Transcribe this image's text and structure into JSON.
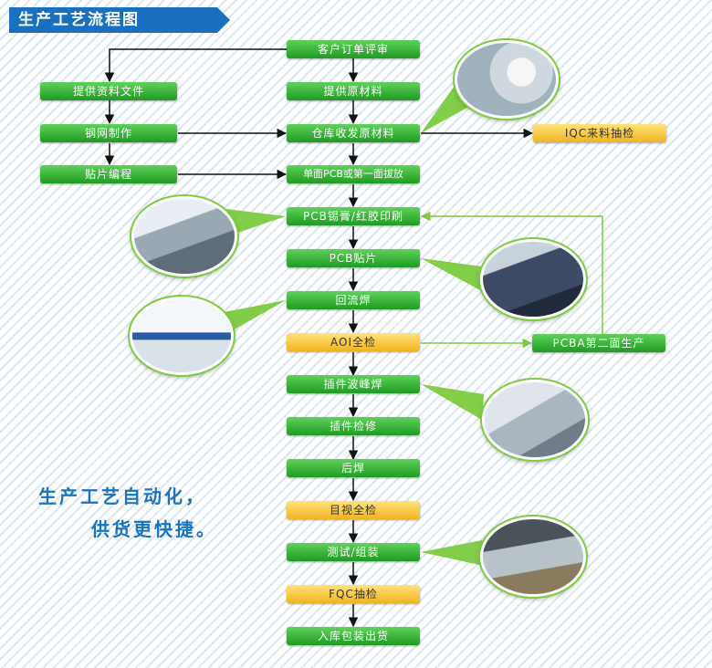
{
  "title": "生产工艺流程图",
  "slogan": {
    "line1": "生产工艺自动化，",
    "line2": "供货更快捷。"
  },
  "main_steps": [
    "客户订单评审",
    "提供原材料",
    "仓库收发原材料",
    "单面PCB或第一面拔放",
    "PCB锡膏/红胶印刷",
    "PCB贴片",
    "回流焊",
    "AOI全检",
    "插件波峰焊",
    "插件检修",
    "后焊",
    "目视全检",
    "测试/组装",
    "FQC抽检",
    "入库包装出货"
  ],
  "left_steps": [
    "提供资料文件",
    "钢网制作",
    "贴片编程"
  ],
  "right_steps": {
    "iqc": "IQC来料抽检",
    "pcba": "PCBA第二面生产"
  },
  "colors": {
    "green": "#2faa2c",
    "yellow": "#f5c232",
    "blue": "#1a6fc0",
    "line": "#7ccb3e"
  }
}
